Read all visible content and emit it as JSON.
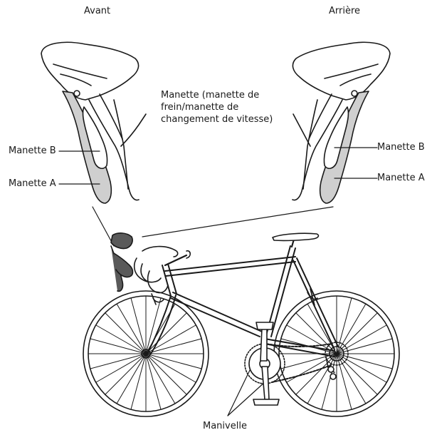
{
  "labels": {
    "front": "Avant",
    "rear": "Arrière",
    "lever_line1": "Manette (manette de",
    "lever_line2": "frein/manette de",
    "lever_line3": "changement de vitesse)",
    "lever_b_left": "Manette B",
    "lever_a_left": "Manette A",
    "lever_b_right": "Manette B",
    "lever_a_right": "Manette A",
    "crank": "Manivelle"
  },
  "colors": {
    "line": "#1a1a1a",
    "lever_fill": "#cfcfcf",
    "bracket_fill": "#5a5a5a",
    "background": "#ffffff"
  }
}
